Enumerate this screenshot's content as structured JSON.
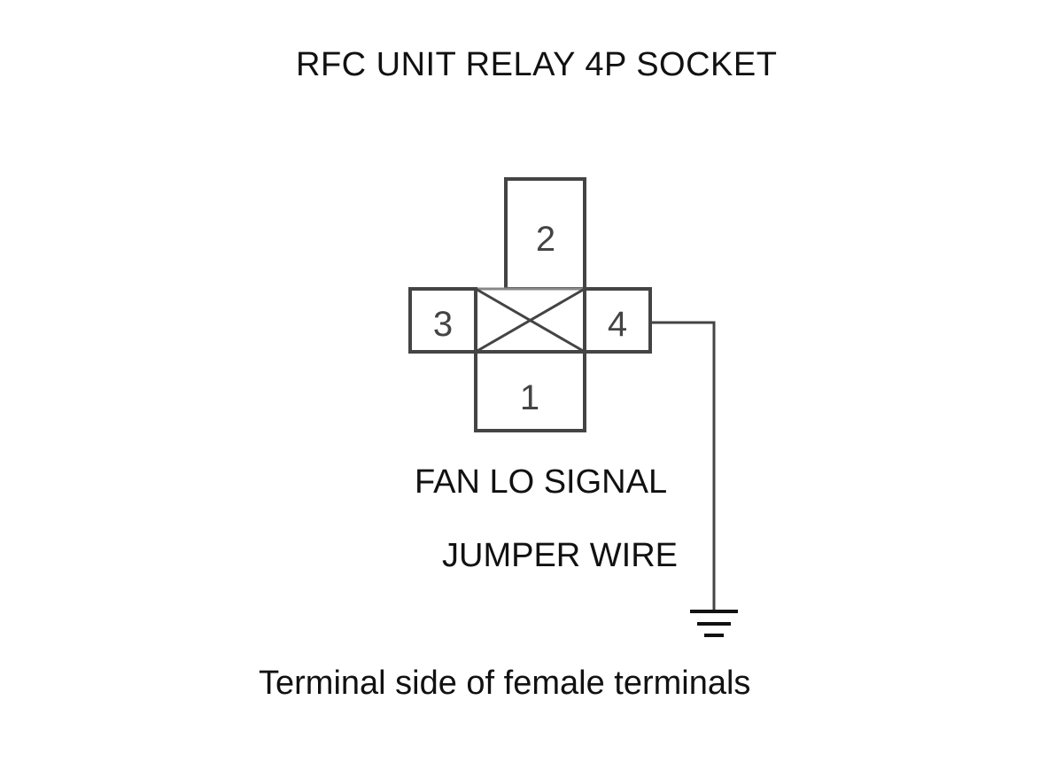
{
  "title": "RFC UNIT RELAY 4P SOCKET",
  "connector": {
    "pins": [
      "1",
      "2",
      "3",
      "4"
    ]
  },
  "labels": {
    "signal": "FAN LO SIGNAL",
    "wire": "JUMPER WIRE"
  },
  "caption": "Terminal side of female terminals",
  "colors": {
    "stroke": "#444444",
    "ground": "#111111"
  }
}
